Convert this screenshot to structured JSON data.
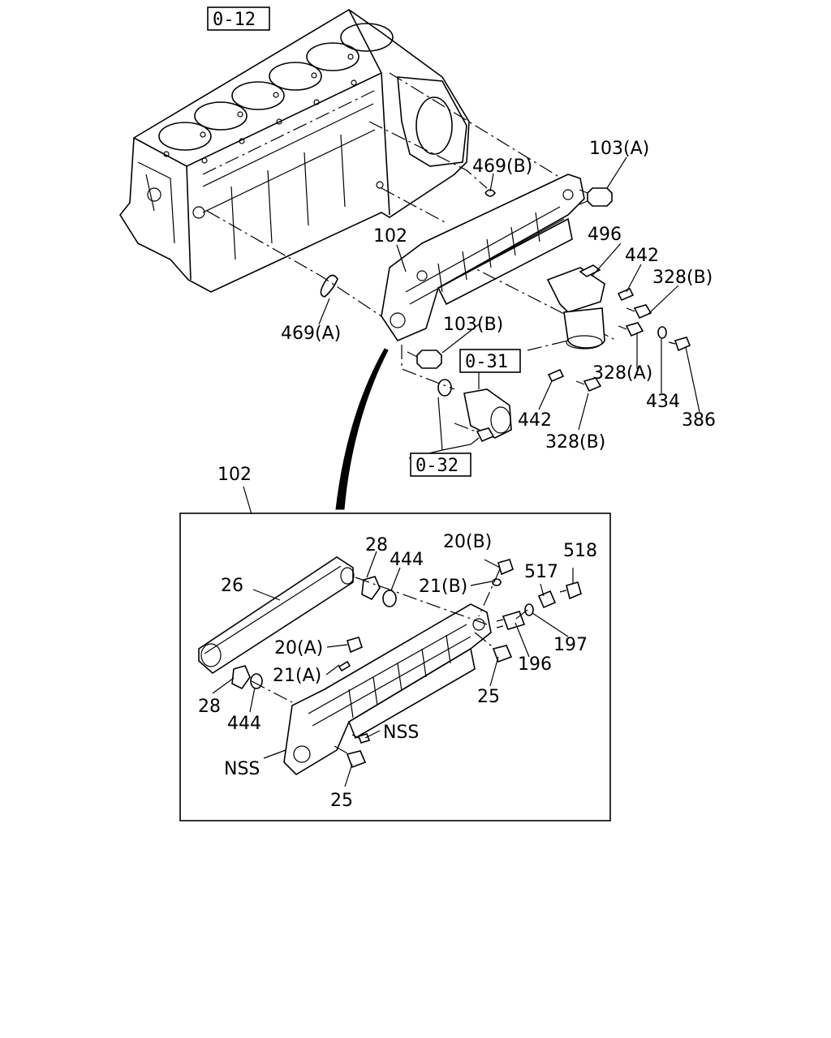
{
  "references": {
    "r0_12": "0-12",
    "r0_31": "0-31",
    "r0_32": "0-32"
  },
  "labels": {
    "l103a": "103(A)",
    "l469b": "469(B)",
    "l102_top": "102",
    "l496": "496",
    "l442_top": "442",
    "l328b_top": "328(B)",
    "l469a": "469(A)",
    "l103b": "103(B)",
    "l328a": "328(A)",
    "l434": "434",
    "l386": "386",
    "l442_bot": "442",
    "l328b_bot": "328(B)",
    "l102_detail": "102",
    "l28_top": "28",
    "l444_top": "444",
    "l20b": "20(B)",
    "l518": "518",
    "l517": "517",
    "l26": "26",
    "l21b": "21(B)",
    "l197": "197",
    "l20a": "20(A)",
    "l196": "196",
    "l21a": "21(A)",
    "l25_right": "25",
    "l28_bot": "28",
    "l444_bot": "444",
    "l nss_right": "NSS",
    "l_nss_right": "NSS",
    "l_nss_left": "NSS",
    "l25_bot": "25"
  }
}
